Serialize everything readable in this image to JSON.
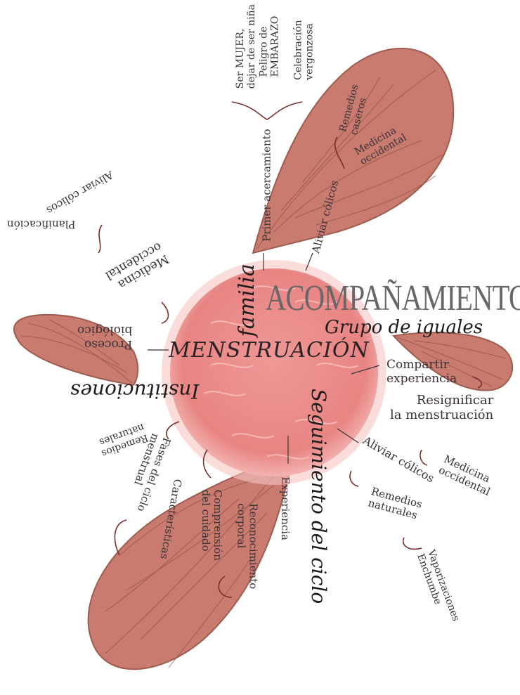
{
  "center": {
    "title": "MENSTRUACIÓN",
    "color": "#f2a7a5",
    "fill": "#e98a88"
  },
  "leaf_color": "#c97b70",
  "leaf_stroke": "#9e5c4f",
  "arrow_color": "#7a2e2e",
  "branches": {
    "familia": {
      "title": "familia",
      "primer": "Primer acercamiento",
      "primer_items": [
        "Ser MUJER,\ndejar de ser niña",
        "Peligro de\nEMBARAZO",
        "Celebración\nvergonzosa"
      ],
      "aliviar": "Aliviar cólicos",
      "aliviar_items": [
        "Remedios\ncaseros",
        "Medicina\noccidental"
      ]
    },
    "acompanamiento": {
      "title": "ACOMPAÑAMIENTO",
      "grupo": "Grupo de iguales",
      "compartir": "Compartir\nexperiencia",
      "resignificar": "Resignificar\nla menstruación"
    },
    "instituciones": {
      "title": "Instituciones",
      "proceso": "Proceso\nbiológico",
      "medicina": "Medicina\noccidental",
      "med_items": [
        "Planificación",
        "Aliviar cólicos"
      ]
    },
    "seguimiento": {
      "title": "Seguimiento del ciclo",
      "experiencia": "Experiencia",
      "exp_items": [
        "Reconocimiento\ncorporal",
        "Comprensión\ndel cuidado"
      ],
      "fases": "Fases del ciclo\nmenstrual",
      "fases_items": [
        "Características",
        "Remedios\nnaturales"
      ],
      "aliviar": "Aliviar cólicos",
      "aliviar_items": [
        "Medicina\noccidental",
        "Remedios\nnaturales"
      ],
      "remedios_items": [
        "Vaporizaciones\nEnchumbe"
      ]
    }
  }
}
